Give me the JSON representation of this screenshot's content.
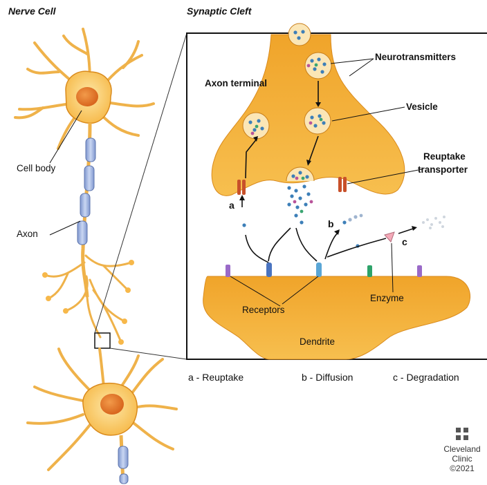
{
  "headings": {
    "nerve_cell": "Nerve Cell",
    "synaptic_cleft": "Synaptic Cleft"
  },
  "neuron_labels": {
    "cell_body": "Cell body",
    "axon": "Axon"
  },
  "synapse_labels": {
    "axon_terminal": "Axon terminal",
    "neurotransmitters": "Neurotransmitters",
    "vesicle": "Vesicle",
    "reuptake_transporter_line1": "Reuptake",
    "reuptake_transporter_line2": "transporter",
    "marker_a": "a",
    "marker_b": "b",
    "marker_c": "c",
    "receptors": "Receptors",
    "enzyme": "Enzyme",
    "dendrite": "Dendrite"
  },
  "legend": {
    "a": "a - Reuptake",
    "b": "b - Diffusion",
    "c": "c - Degradation"
  },
  "credit": {
    "line1": "Cleveland",
    "line2": "Clinic",
    "line3": "©2021"
  },
  "colors": {
    "cell_fill": "#f9c25c",
    "cell_outline": "#d98a1c",
    "nucleus": "#e0782a",
    "myelin": "#9db4e0",
    "synapse_fill": "#f2a62c",
    "receptor_purple": "#9a6ac8",
    "receptor_blue": "#4a74c0",
    "receptor_green": "#2ea36a",
    "transporter": "#c8502a"
  }
}
